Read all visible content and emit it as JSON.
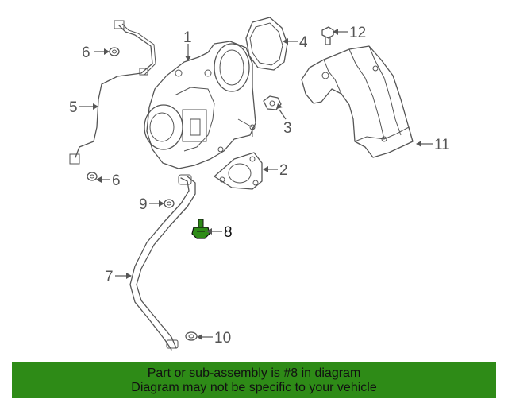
{
  "diagram": {
    "callouts": [
      {
        "id": "1",
        "label": "1"
      },
      {
        "id": "2",
        "label": "2"
      },
      {
        "id": "3",
        "label": "3"
      },
      {
        "id": "4",
        "label": "4"
      },
      {
        "id": "5",
        "label": "5"
      },
      {
        "id": "6a",
        "label": "6"
      },
      {
        "id": "6b",
        "label": "6"
      },
      {
        "id": "7",
        "label": "7"
      },
      {
        "id": "8",
        "label": "8"
      },
      {
        "id": "9",
        "label": "9"
      },
      {
        "id": "10",
        "label": "10"
      },
      {
        "id": "11",
        "label": "11"
      },
      {
        "id": "12",
        "label": "12"
      }
    ],
    "highlight_part": "8",
    "highlight_color": "#2e8b17",
    "line_color": "#555555"
  },
  "banner": {
    "line1": "Part or sub-assembly is #8 in diagram",
    "line2": "Diagram may not be specific to your vehicle",
    "background": "#2e8b17"
  }
}
